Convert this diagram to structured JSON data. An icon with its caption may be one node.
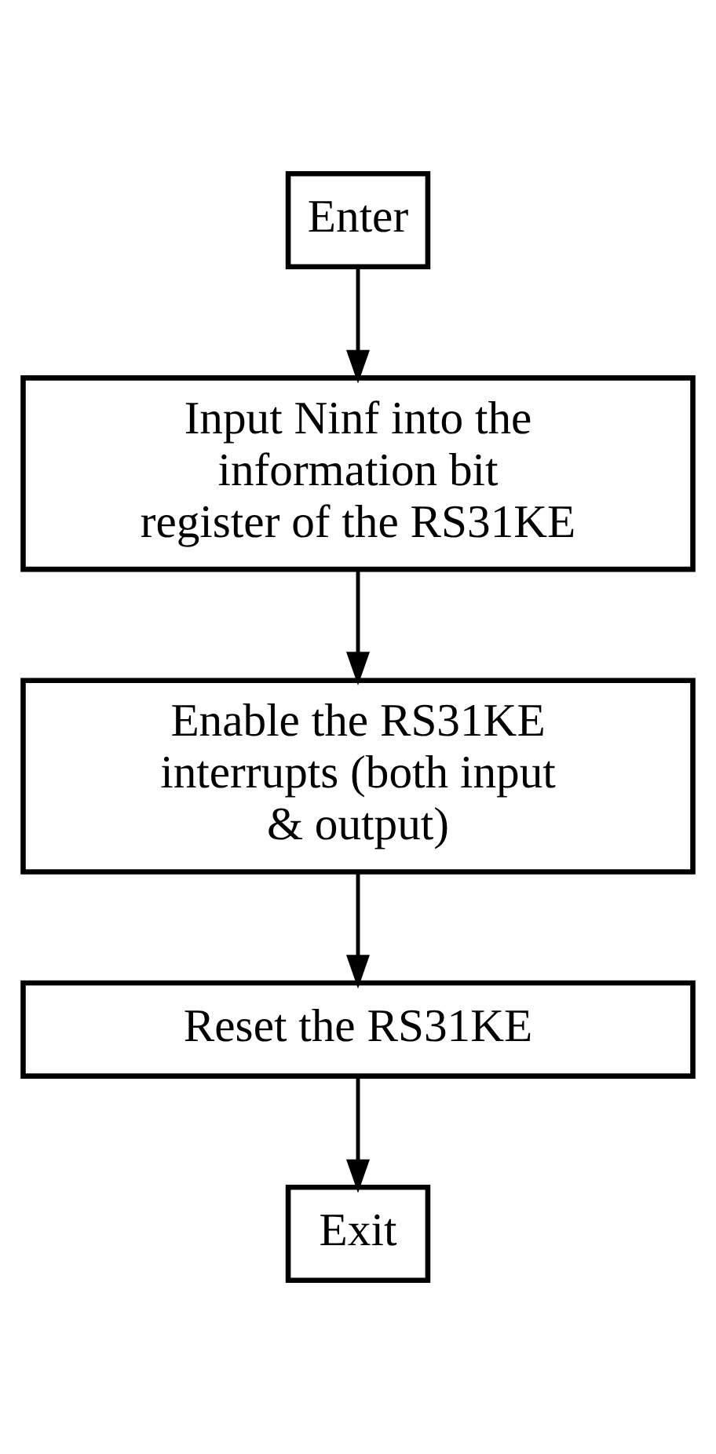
{
  "diagram": {
    "nodes": [
      {
        "text": [
          "Enter"
        ]
      },
      {
        "text": [
          "Input Ninf into the information bit register of the RS31KE"
        ]
      },
      {
        "text": [
          "Enable the RS31KE interrupts (both input & output)"
        ]
      },
      {
        "text": [
          "Reset the RS31KE"
        ]
      },
      {
        "text": [
          "Exit"
        ]
      }
    ],
    "edges": [
      {
        "from": 0,
        "to": 1,
        "arrow": "to"
      },
      {
        "from": 1,
        "to": 2,
        "arrow": "to"
      },
      {
        "from": 2,
        "to": 3,
        "arrow": "to"
      },
      {
        "from": 3,
        "to": 4,
        "arrow": "to"
      }
    ]
  }
}
